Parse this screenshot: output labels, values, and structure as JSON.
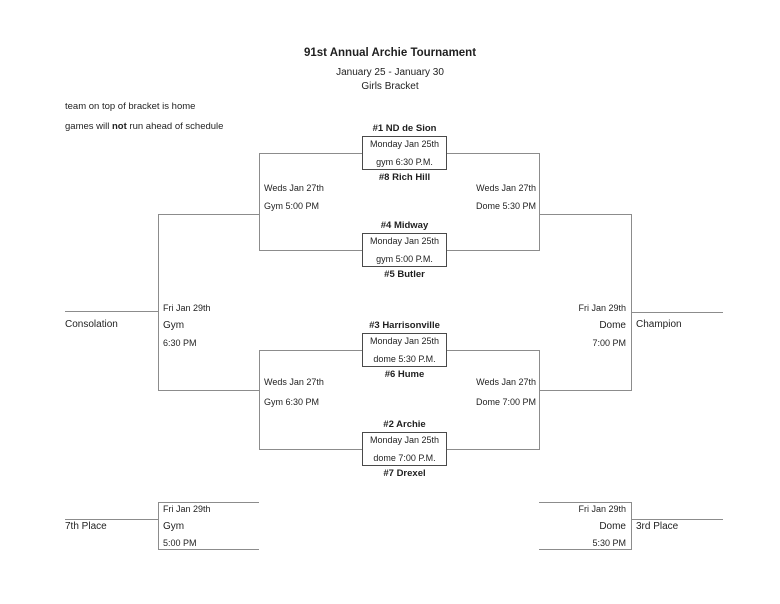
{
  "header": {
    "title": "91st Annual Archie Tournament",
    "dates": "January 25 - January 30",
    "bracket": "Girls Bracket"
  },
  "notes": {
    "line1": "team on top of bracket is home",
    "line2_prefix": "games will ",
    "line2_bold": "not",
    "line2_suffix": " run ahead of schedule"
  },
  "games": [
    {
      "team_top": "#1 ND de Sion",
      "date": "Monday Jan 25th",
      "time": "gym 6:30 P.M.",
      "team_bottom": "#8 Rich Hill"
    },
    {
      "team_top": "#4 Midway",
      "date": "Monday Jan 25th",
      "time": "gym 5:00 P.M.",
      "team_bottom": "#5 Butler"
    },
    {
      "team_top": "#3 Harrisonville",
      "date": "Monday Jan 25th",
      "time": "dome 5:30 P.M.",
      "team_bottom": "#6 Hume"
    },
    {
      "team_top": "#2 Archie",
      "date": "Monday Jan 25th",
      "time": "dome 7:00 P.M.",
      "team_bottom": "#7 Drexel"
    }
  ],
  "semis": {
    "top_left": {
      "date": "Weds Jan 27th",
      "venue_time": "Gym 5:00 PM"
    },
    "top_right": {
      "date": "Weds Jan 27th",
      "venue_time": "Dome 5:30 PM"
    },
    "bottom_left": {
      "date": "Weds Jan 27th",
      "venue_time": "Gym 6:30 PM"
    },
    "bottom_right": {
      "date": "Weds Jan 27th",
      "venue_time": "Dome 7:00 PM"
    }
  },
  "finals": {
    "consolation": {
      "date": "Fri Jan 29th",
      "venue": "Gym",
      "time": "6:30 PM",
      "result_label": "Consolation"
    },
    "champion": {
      "date": "Fri Jan 29th",
      "venue": "Dome",
      "time": "7:00 PM",
      "result_label": "Champion"
    }
  },
  "placement": {
    "seventh": {
      "date": "Fri Jan 29th",
      "venue": "Gym",
      "time": "5:00 PM",
      "result_label": "7th Place"
    },
    "third": {
      "date": "Fri Jan 29th",
      "venue": "Dome",
      "time": "5:30 PM",
      "result_label": "3rd Place"
    }
  },
  "colors": {
    "background": "#ffffff",
    "text": "#1f1f1f",
    "connector_line": "#8c8c8c",
    "box_border": "#4a4a4a"
  }
}
